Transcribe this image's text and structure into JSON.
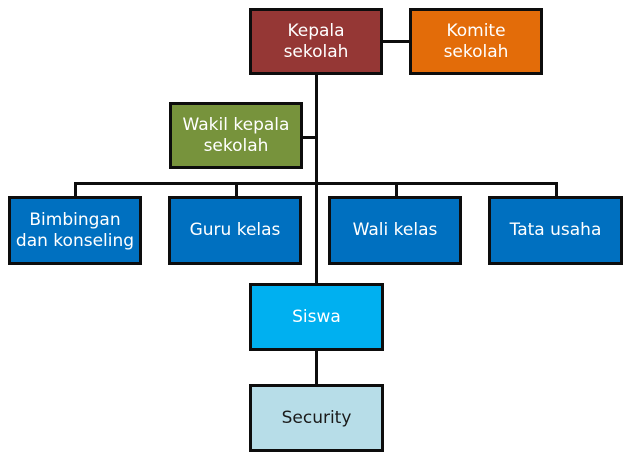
{
  "nodes": {
    "kepala": {
      "label": "Kepala sekolah",
      "fill": "#953735",
      "text_color": "#ffffff"
    },
    "komite": {
      "label": "Komite sekolah",
      "fill": "#e36c09",
      "text_color": "#ffffff"
    },
    "wakil": {
      "label": "Wakil kepala sekolah",
      "fill": "#77933c",
      "text_color": "#ffffff"
    },
    "bimbingan": {
      "label": "Bimbingan dan konseling",
      "fill": "#0070c0",
      "text_color": "#ffffff"
    },
    "guru": {
      "label": "Guru kelas",
      "fill": "#0070c0",
      "text_color": "#ffffff"
    },
    "wali": {
      "label": "Wali kelas",
      "fill": "#0070c0",
      "text_color": "#ffffff"
    },
    "tata": {
      "label": "Tata usaha",
      "fill": "#0070c0",
      "text_color": "#ffffff"
    },
    "siswa": {
      "label": "Siswa",
      "fill": "#00b0f0",
      "text_color": "#ffffff"
    },
    "security": {
      "label": "Security",
      "fill": "#b7dde8",
      "text_color": "#1a1a1a"
    }
  },
  "connector_color": "#0d0d0d"
}
